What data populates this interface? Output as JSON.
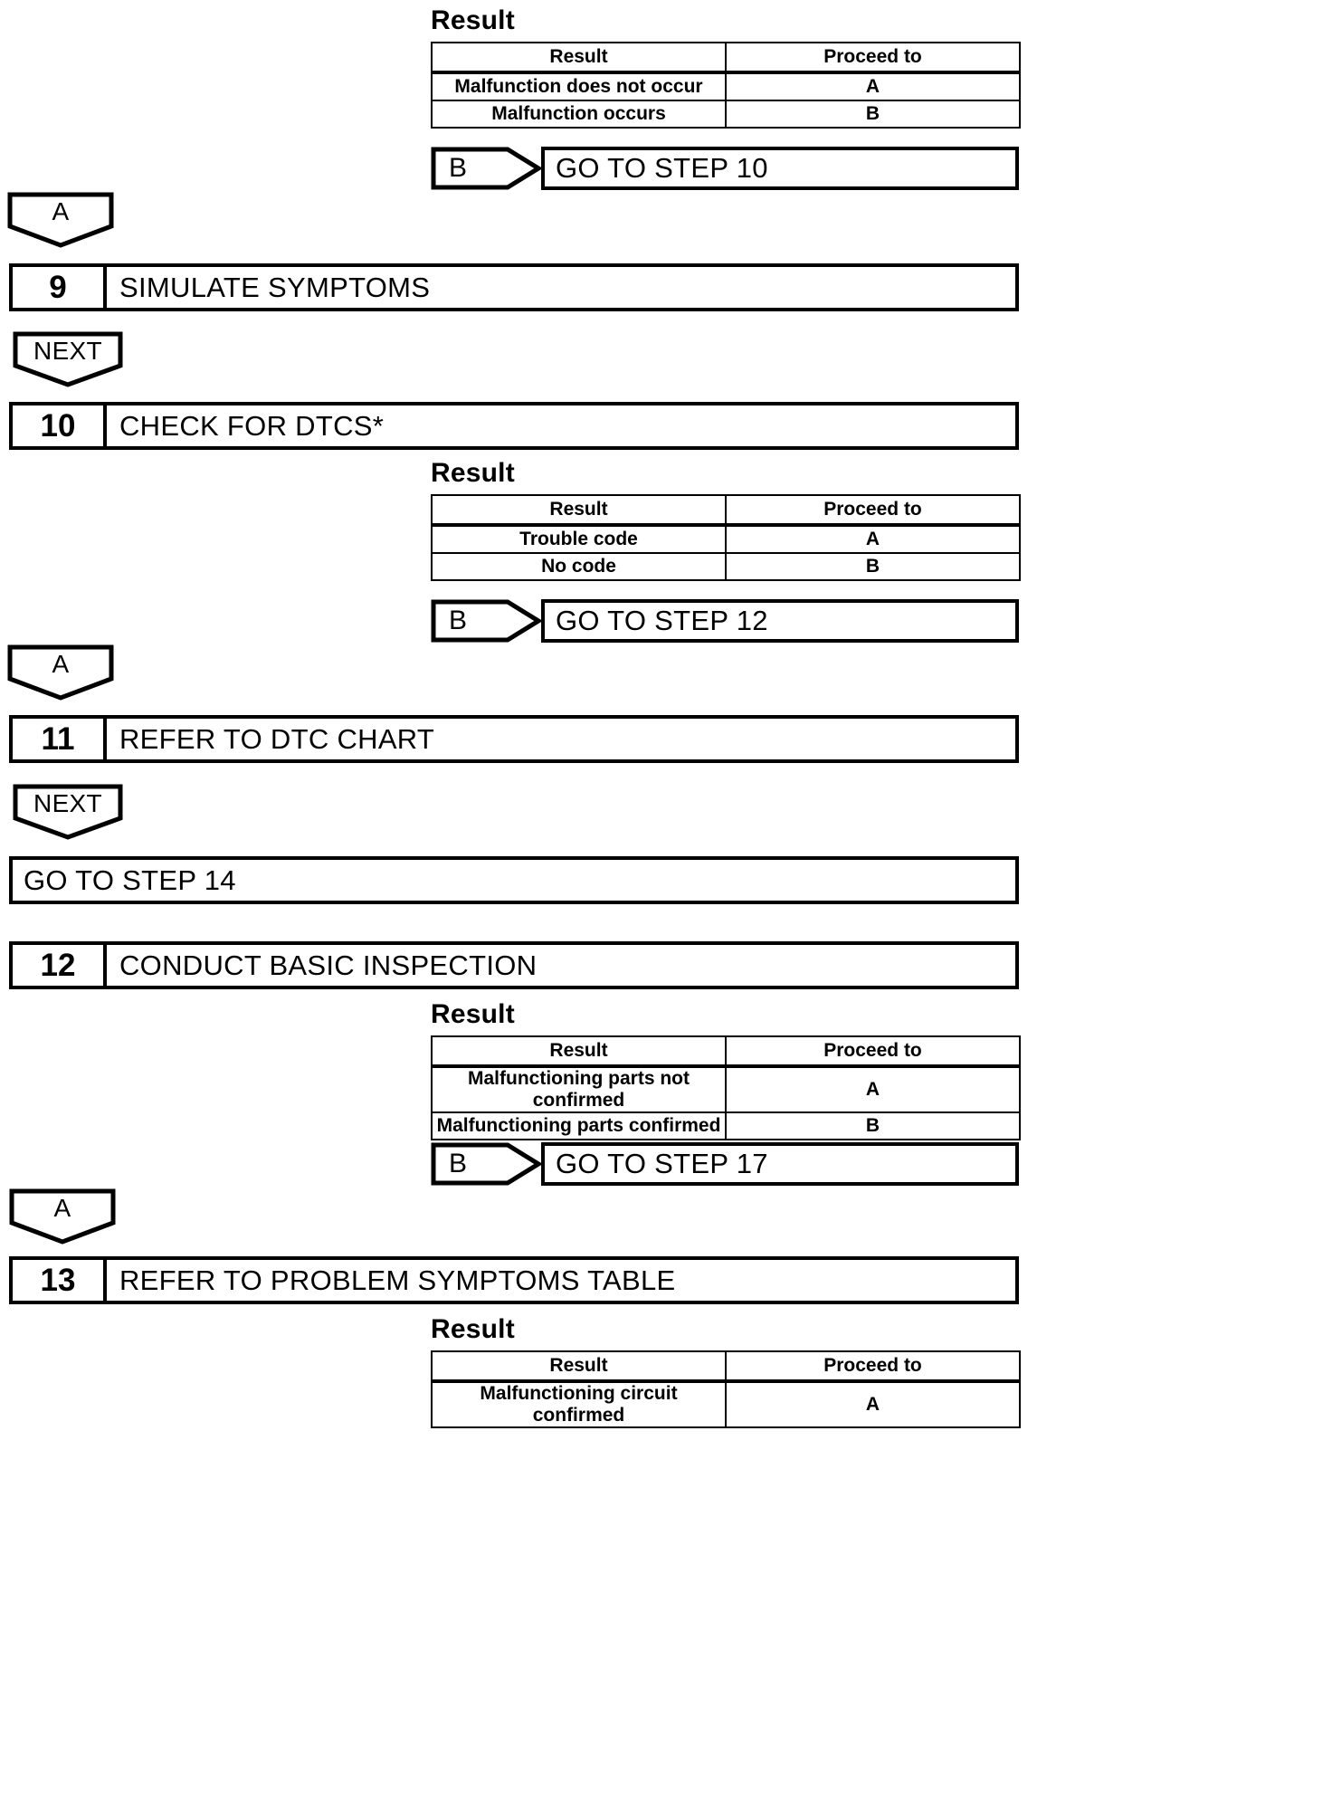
{
  "document": {
    "kind": "troubleshooting-flowchart",
    "result_caption": "Result",
    "table_headers": {
      "result": "Result",
      "proceed": "Proceed to"
    }
  },
  "blocks": {
    "result_1": {
      "caption": "Result",
      "headers": [
        "Result",
        "Proceed to"
      ],
      "rows": [
        {
          "result": "Malfunction does not occur",
          "proceed": "A"
        },
        {
          "result": "Malfunction occurs",
          "proceed": "B"
        }
      ],
      "branch": {
        "tag": "B",
        "target": "GO TO STEP 10"
      }
    },
    "result_2": {
      "caption": "Result",
      "headers": [
        "Result",
        "Proceed to"
      ],
      "rows": [
        {
          "result": "Trouble code",
          "proceed": "A"
        },
        {
          "result": "No code",
          "proceed": "B"
        }
      ],
      "branch": {
        "tag": "B",
        "target": "GO TO STEP 12"
      }
    },
    "result_3": {
      "caption": "Result",
      "headers": [
        "Result",
        "Proceed to"
      ],
      "rows": [
        {
          "result": "Malfunctioning parts not confirmed",
          "proceed": "A"
        },
        {
          "result": "Malfunctioning parts confirmed",
          "proceed": "B"
        }
      ],
      "branch": {
        "tag": "B",
        "target": "GO TO STEP 17"
      }
    },
    "result_4": {
      "caption": "Result",
      "headers": [
        "Result",
        "Proceed to"
      ],
      "rows": [
        {
          "result": "Malfunctioning circuit confirmed",
          "proceed": "A"
        }
      ]
    }
  },
  "connectors": {
    "a_1": "A",
    "next_1": "NEXT",
    "a_2": "A",
    "next_2": "NEXT",
    "a_3": "A"
  },
  "steps": {
    "step_9": {
      "number": "9",
      "title": "SIMULATE SYMPTOMS"
    },
    "step_10": {
      "number": "10",
      "title": "CHECK FOR DTCS*"
    },
    "step_11": {
      "number": "11",
      "title": "REFER TO DTC CHART"
    },
    "step_12": {
      "number": "12",
      "title": "CONDUCT BASIC INSPECTION"
    },
    "step_13": {
      "number": "13",
      "title": "REFER TO PROBLEM SYMPTOMS TABLE"
    }
  },
  "goto_boxes": {
    "goto_14": "GO TO STEP 14"
  },
  "colors": {
    "ink": "#000000",
    "paper": "#ffffff"
  }
}
